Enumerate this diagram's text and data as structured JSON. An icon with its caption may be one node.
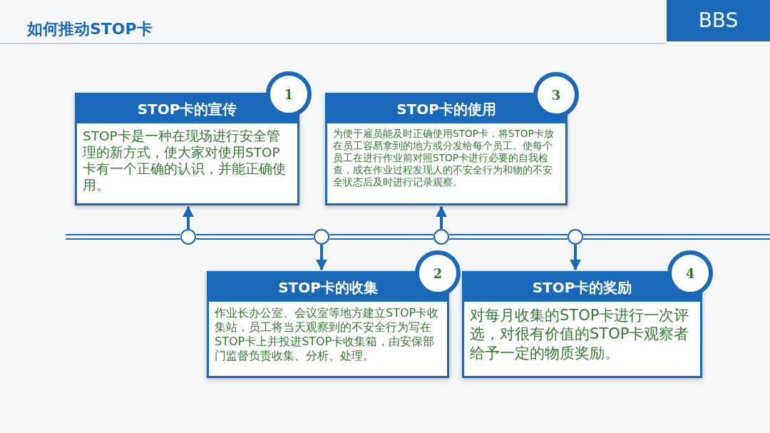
{
  "diagram": {
    "title": "如何推动STOP卡",
    "nodes": [
      {
        "text": [
          "STOP卡的宣传",
          "STOP卡是一种在现场进行安全管理的新方式，使大家对使用STOP卡有一个正确的认识，并能正确使用。"
        ]
      },
      {
        "text": [
          "1"
        ]
      },
      {
        "text": [
          "STOP卡的使用",
          "为便于雇员能及时正确使用STOP卡，将STOP卡放在员工容易拿到的地方或分发给每个员工。使每个员工在进行作业前对照STOP卡进行必要的自我检查，或在作业过程发现人的不安全行为和物的不安全状态后及时进行记录观察。"
        ]
      },
      {
        "text": [
          "3"
        ]
      },
      {
        "text": [
          "STOP卡的收集",
          "作业长办公室、会议室等地方建立STOP卡收集站，员工将当天观察到的不安全行为写在STOP卡上并投进STOP卡收集箱，由安保部门监督负责收集、分析、处理。"
        ]
      },
      {
        "text": [
          "2"
        ]
      },
      {
        "text": [
          "STOP卡的奖励",
          "对每月收集的STOP卡进行一次评选，对很有价值的STOP卡观察者给予一定的物质奖励。"
        ]
      },
      {
        "text": [
          "4"
        ]
      },
      {
        "text": [],
        "shape": "circle"
      },
      {
        "text": [],
        "shape": "circle"
      },
      {
        "text": [],
        "shape": "circle"
      },
      {
        "text": [],
        "shape": "circle"
      }
    ],
    "edges": [
      {
        "from": 8,
        "to": 9,
        "arrow": "none"
      },
      {
        "from": 9,
        "to": 10,
        "arrow": "none"
      },
      {
        "from": 10,
        "to": 11,
        "arrow": "none"
      },
      {
        "from": 8,
        "to": 0,
        "arrow": "to"
      },
      {
        "from": 9,
        "to": 4,
        "arrow": "to"
      },
      {
        "from": 10,
        "to": 2,
        "arrow": "to"
      },
      {
        "from": 11,
        "to": 6,
        "arrow": "to"
      }
    ],
    "labels": [
      "BBS"
    ]
  }
}
